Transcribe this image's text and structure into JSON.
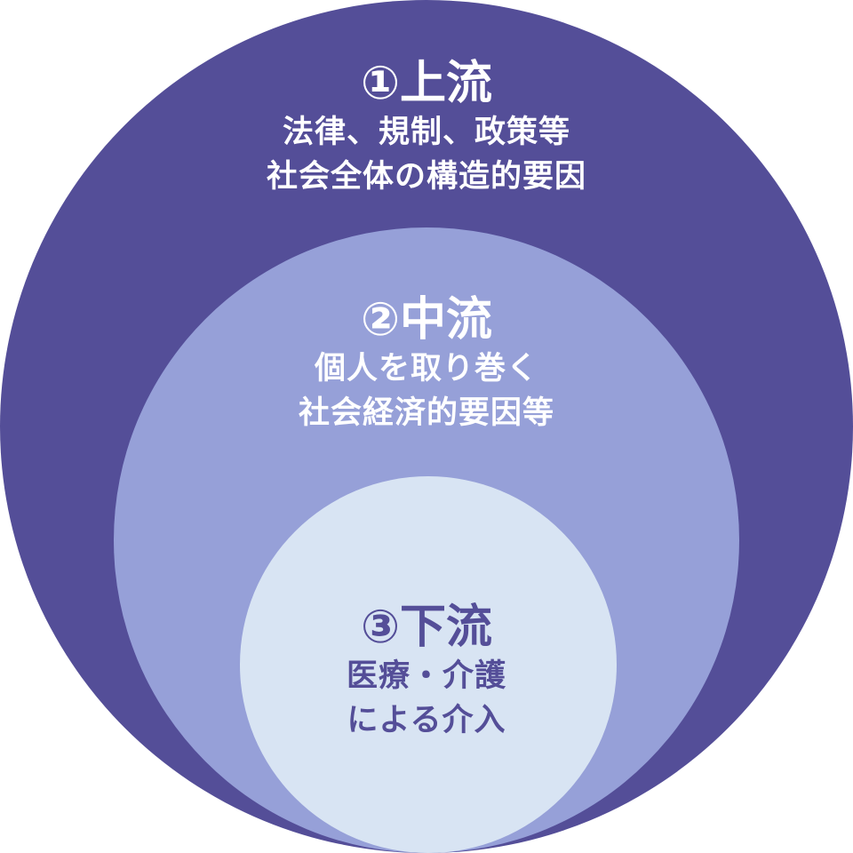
{
  "colors": {
    "outer": "#544e98",
    "middle": "#96a0d8",
    "inner": "#d8e4f3",
    "light_text": "#ffffff",
    "dark_text": "#544e98"
  },
  "layers": [
    {
      "title": "①上流",
      "lines": [
        "法律、規制、政策等",
        "社会全体の構造的要因"
      ]
    },
    {
      "title": "②中流",
      "lines": [
        "個人を取り巻く",
        "社会経済的要因等"
      ]
    },
    {
      "title": "③下流",
      "lines": [
        "医療・介護",
        "による介入"
      ]
    }
  ]
}
